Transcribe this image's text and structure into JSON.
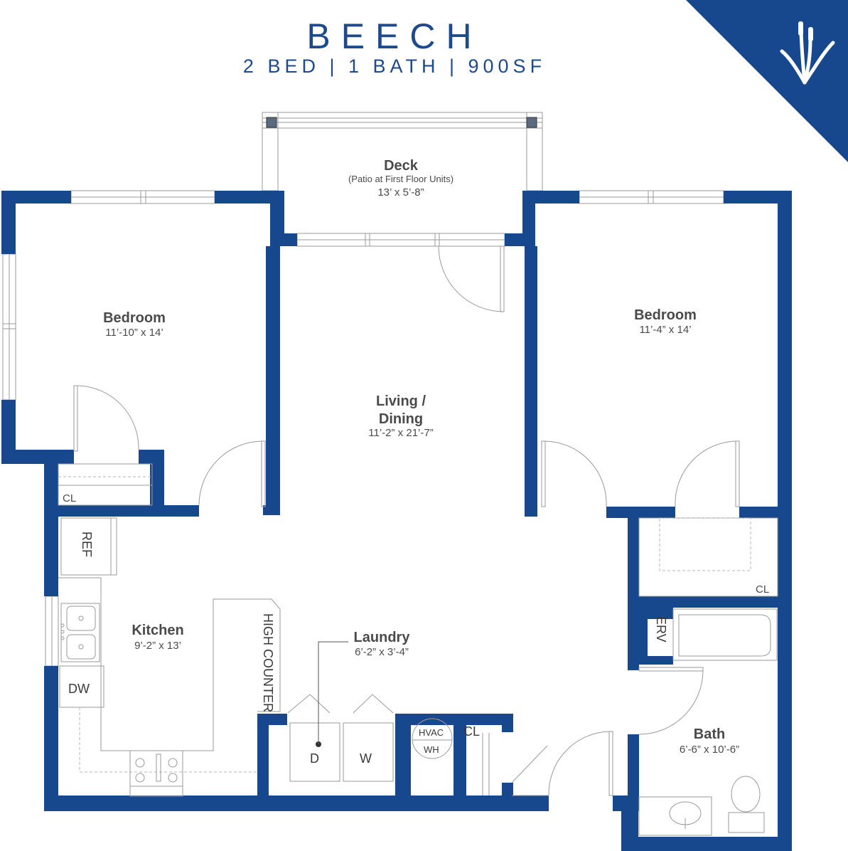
{
  "header": {
    "title": "BEECH",
    "subtitle": "2 BED | 1 BATH | 900SF"
  },
  "colors": {
    "wall": "#17488d",
    "text": "#4a4a4a",
    "fixture_line": "#9a9a9a",
    "background": "#ffffff"
  },
  "logo": {
    "icon": "cattail-icon",
    "background": "#17488d"
  },
  "rooms": {
    "deck": {
      "name": "Deck",
      "note": "(Patio at First Floor Units)",
      "dims": "13’ x 5’-8”"
    },
    "bedroom_left": {
      "name": "Bedroom",
      "dims": "11’-10” x 14’"
    },
    "living": {
      "name_line1": "Living /",
      "name_line2": "Dining",
      "dims": "11’-2” x 21’-7”"
    },
    "bedroom_right": {
      "name": "Bedroom",
      "dims": "11’-4” x 14’"
    },
    "kitchen": {
      "name": "Kitchen",
      "dims": "9’-2” x 13’"
    },
    "laundry": {
      "name": "Laundry",
      "dims": "6’-2” x 3’-4”"
    },
    "bath": {
      "name": "Bath",
      "dims": "6’-6” x 10’-6”"
    }
  },
  "fixtures": {
    "closet_left": "CL",
    "closet_right": "CL",
    "closet_hall": "CL",
    "refrigerator": "REF",
    "dishwasher": "DW",
    "high_counter": "HIGH COUNTER",
    "erv": "ERV",
    "hvac": "HVAC",
    "water_heater": "WH",
    "dryer": "D",
    "washer": "W"
  }
}
